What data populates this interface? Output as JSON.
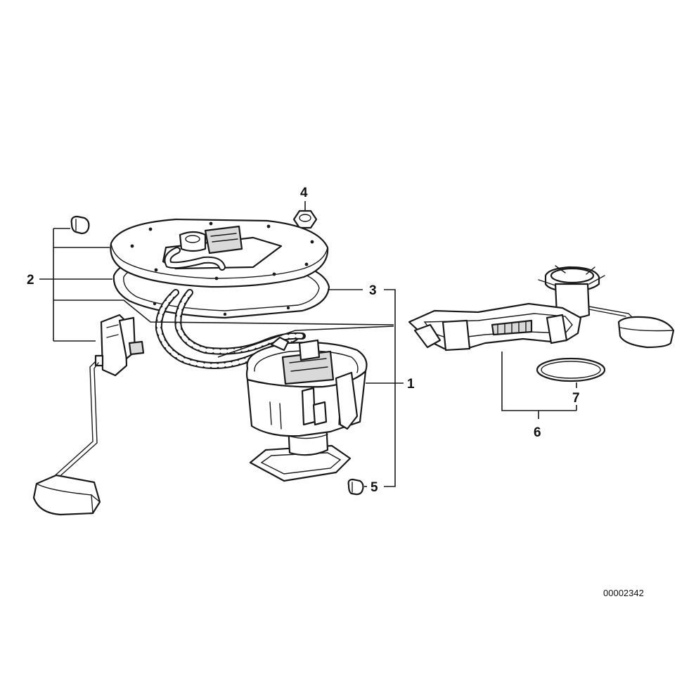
{
  "diagram": {
    "callouts": {
      "c1": "1",
      "c2": "2",
      "c3": "3",
      "c4": "4",
      "c5": "5",
      "c6": "6",
      "c7": "7"
    },
    "diagram_id": "00002342"
  }
}
